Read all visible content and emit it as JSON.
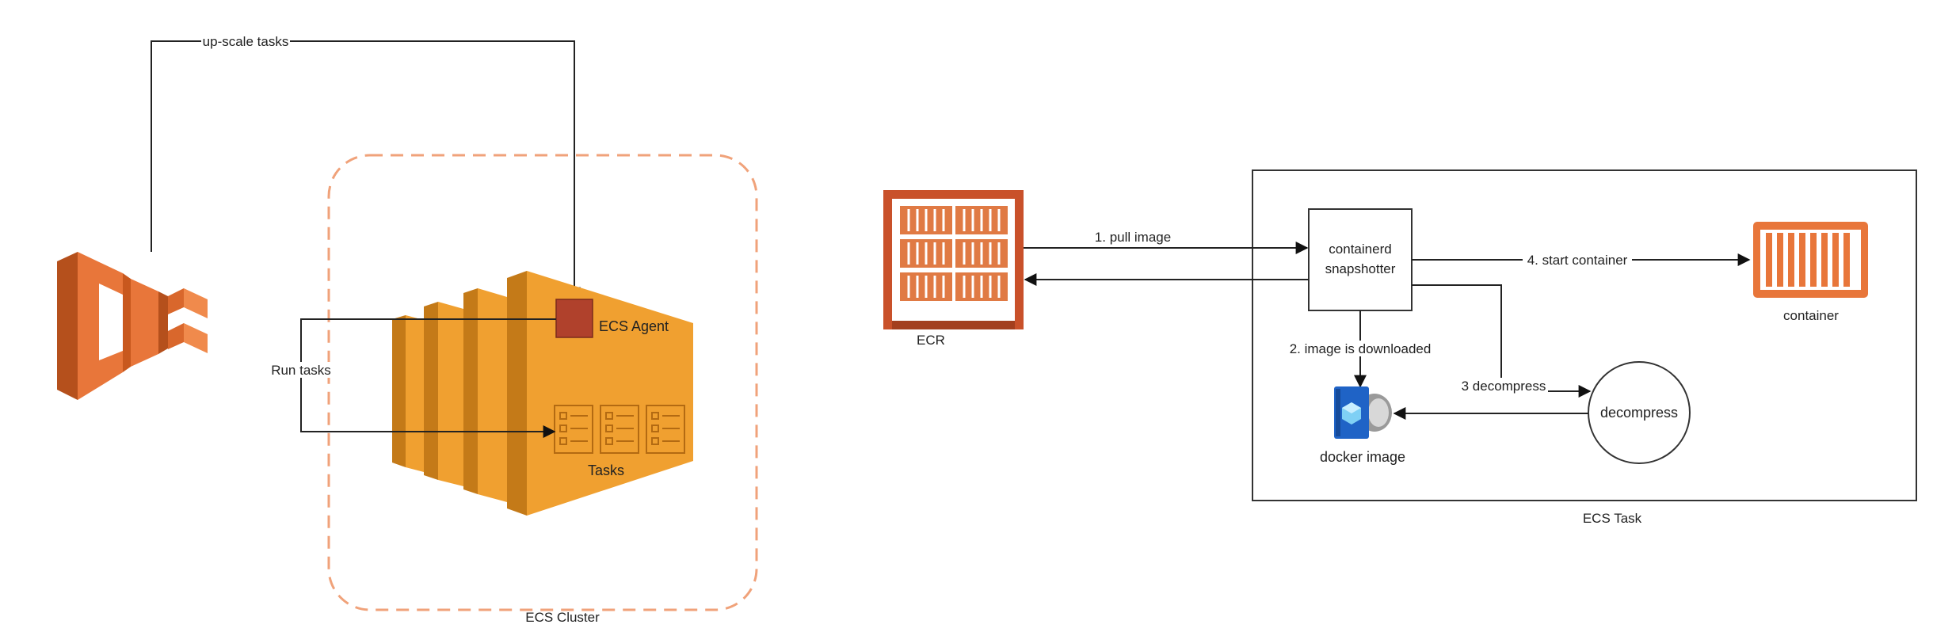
{
  "left": {
    "upscale_label": "up-scale tasks",
    "run_tasks_label": "Run tasks",
    "agent_label": "ECS Agent",
    "tasks_label": "Tasks",
    "cluster_label": "ECS Cluster"
  },
  "right": {
    "ecr_label": "ECR",
    "pull_label": "1. pull image",
    "snapshotter_line1": "containerd",
    "snapshotter_line2": "snapshotter",
    "start_label": "4. start container",
    "container_label": "container",
    "downloaded_label": "2. image is downloaded",
    "decompress_arrow_label": "3 decompress",
    "decompress_node_label": "decompress",
    "docker_label": "docker image",
    "task_label": "ECS Task"
  },
  "colors": {
    "aws_orange_dark": "#C8581E",
    "aws_orange": "#E8763A",
    "ec2_orange": "#F0A030",
    "ec2_dark": "#C47A18",
    "ecr_red": "#C9512A",
    "agent_red": "#B0412C",
    "docker_blue": "#1F63C6",
    "cluster_dash": "#F0A27A"
  }
}
